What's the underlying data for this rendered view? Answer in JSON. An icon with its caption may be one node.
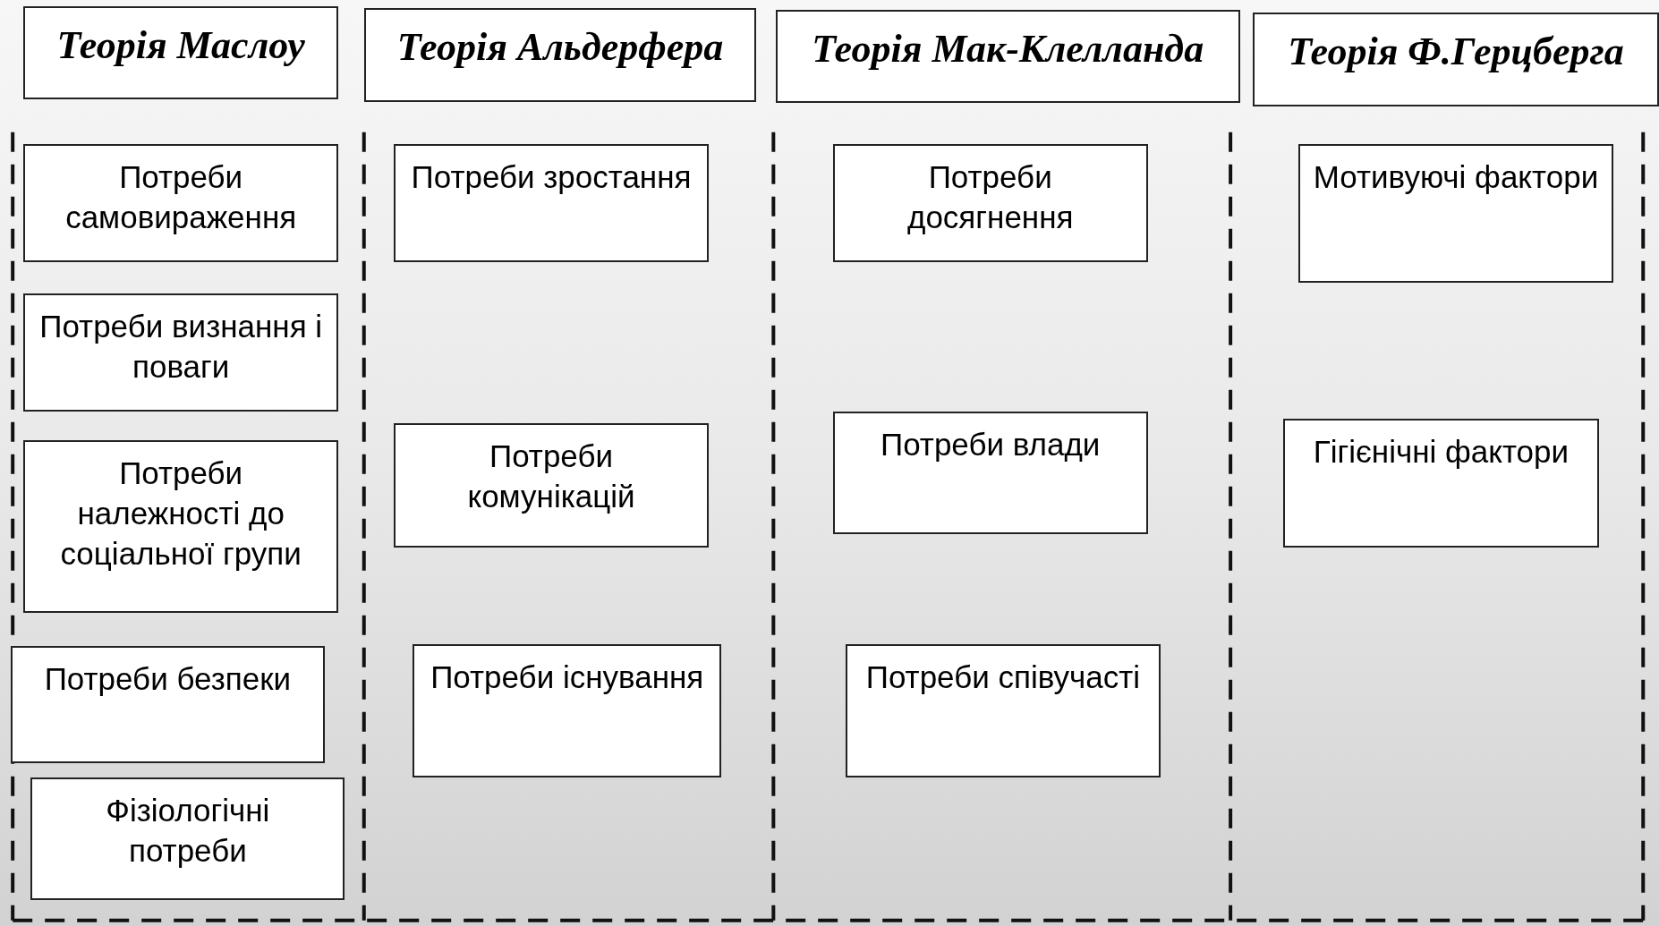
{
  "diagram": {
    "nodes": [
      {
        "text": [
          "Теорія Маслоу"
        ]
      },
      {
        "text": [
          "Теорія Альдерфера"
        ]
      },
      {
        "text": [
          "Теорія Мак-Клелланда"
        ]
      },
      {
        "text": [
          "Теорія Ф.Герцберга"
        ]
      },
      {
        "text": [
          "Потреби самовираження"
        ]
      },
      {
        "text": [
          "Потреби визнання і поваги"
        ]
      },
      {
        "text": [
          "Потреби належності до соціальної групи"
        ]
      },
      {
        "text": [
          "Потреби безпеки"
        ]
      },
      {
        "text": [
          "Фізіологічні потреби"
        ]
      },
      {
        "text": [
          "Потреби зростання"
        ]
      },
      {
        "text": [
          "Потреби комунікацій"
        ]
      },
      {
        "text": [
          "Потреби існування"
        ]
      },
      {
        "text": [
          "Потреби досягнення"
        ]
      },
      {
        "text": [
          "Потреби влади"
        ]
      },
      {
        "text": [
          "Потреби співучасті"
        ]
      },
      {
        "text": [
          "Мотивуючі фактори"
        ]
      },
      {
        "text": [
          "Гігієнічні фактори"
        ]
      }
    ],
    "edges": []
  }
}
